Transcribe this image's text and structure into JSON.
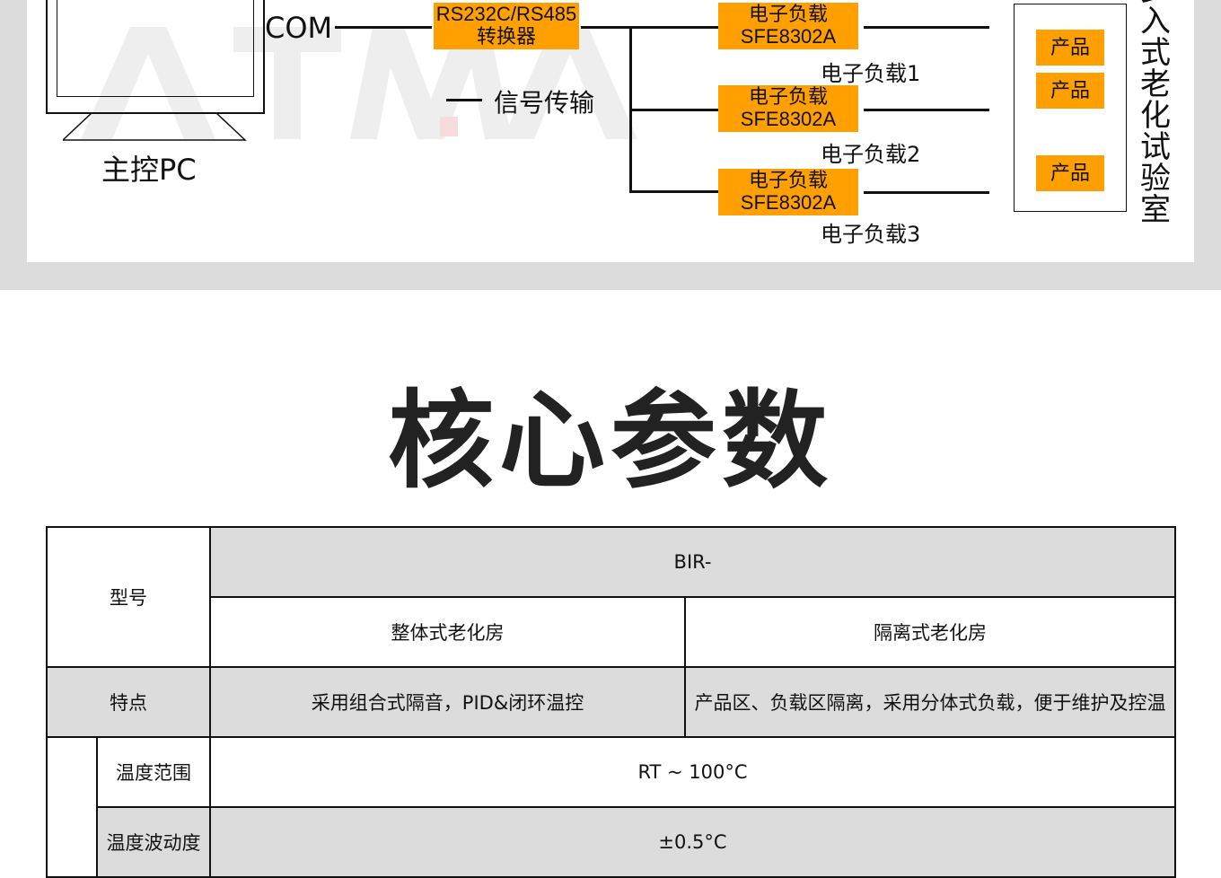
{
  "diagram": {
    "pc_label": "主控PC",
    "com_label": "COM",
    "converter": {
      "line1": "RS232C/RS485",
      "line2": "转换器"
    },
    "signal_label": "信号传输",
    "loads": [
      {
        "line1": "电子负载",
        "line2": "SFE8302A",
        "caption": "电子负载1"
      },
      {
        "line1": "电子负载",
        "line2": "SFE8302A",
        "caption": "电子负载2"
      },
      {
        "line1": "电子负载",
        "line2": "SFE8302A",
        "caption": "电子负载3"
      }
    ],
    "products": [
      "产品",
      "产品",
      "产品"
    ],
    "room_label": "步入式老化试验室",
    "watermark": "ATMARS星拓",
    "colors": {
      "box": "#ffa000",
      "bg": "#dcdcdc"
    }
  },
  "section_title": "核心参数",
  "table": {
    "model_label": "型号",
    "model_value": "BIR-",
    "types": [
      "整体式老化房",
      "隔离式老化房"
    ],
    "feature_label": "特点",
    "features": [
      "采用组合式隔音，PID&闭环温控",
      "产品区、负载区隔离，采用分体式负载，便于维护及控温"
    ],
    "temp_range_label": "温度范围",
    "temp_range": "RT ~ 100°C",
    "temp_fluct_label": "温度波动度",
    "temp_fluct": "±0.5°C"
  }
}
